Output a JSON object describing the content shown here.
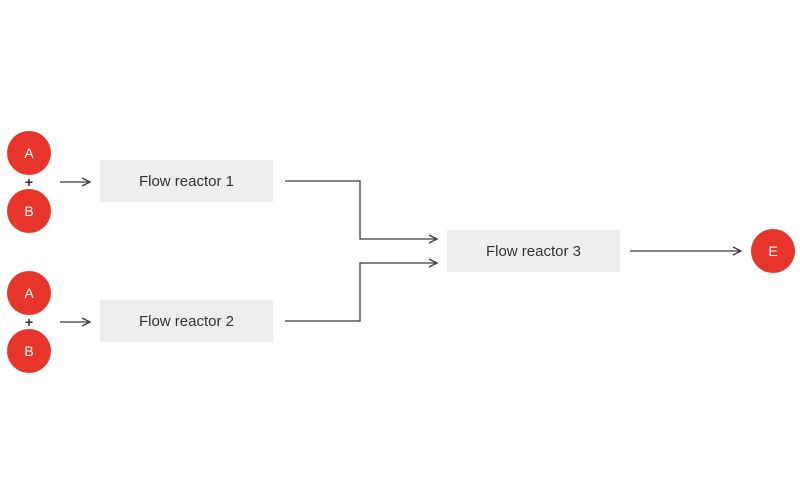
{
  "colors": {
    "reactant_fill": "#e8352b",
    "reactor_fill": "#eeeeee",
    "wire": "#3a3a3a"
  },
  "inputs": [
    {
      "top_label": "A",
      "operator": "+",
      "bottom_label": "B"
    },
    {
      "top_label": "A",
      "operator": "+",
      "bottom_label": "B"
    }
  ],
  "reactors": [
    {
      "label": "Flow reactor 1"
    },
    {
      "label": "Flow reactor 2"
    },
    {
      "label": "Flow reactor 3"
    }
  ],
  "product": {
    "label": "E"
  }
}
